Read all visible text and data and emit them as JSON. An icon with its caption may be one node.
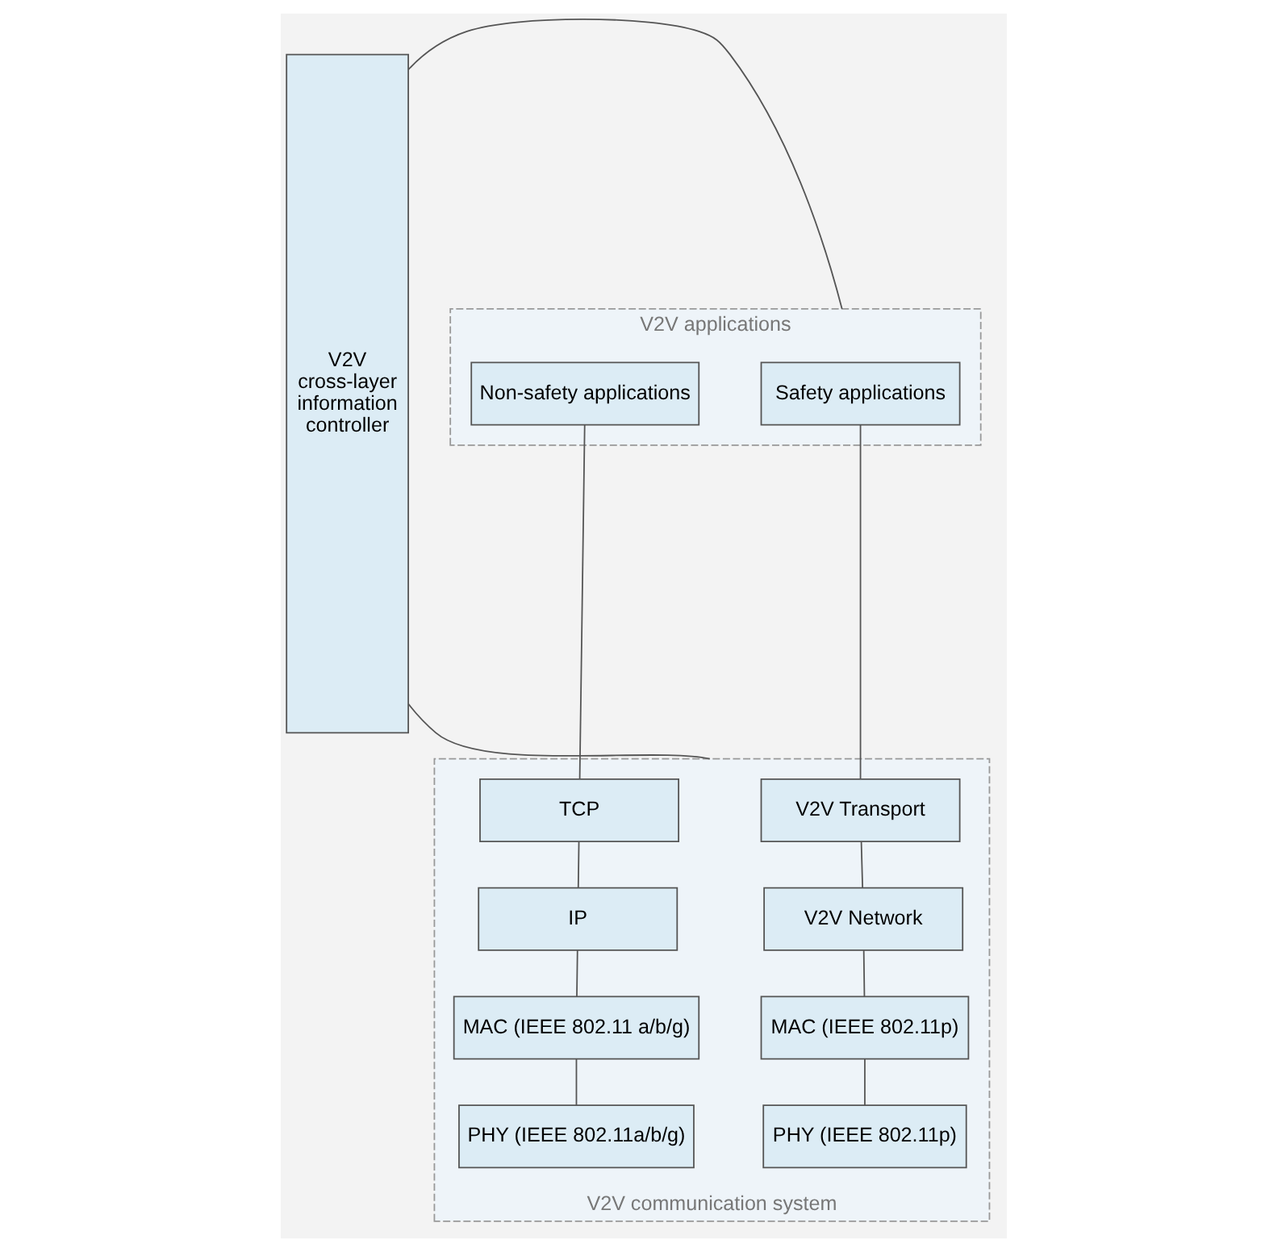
{
  "diagram": {
    "nodes": [
      {
        "text": [
          "V2V cross-layer information controller"
        ]
      },
      {
        "text": [
          "V2V applications"
        ]
      },
      {
        "text": [
          "Safety applications"
        ],
        "in": 1
      },
      {
        "text": [
          "Non-safety applications"
        ],
        "in": 1
      },
      {
        "text": [
          "V2V communication system"
        ]
      },
      {
        "text": [
          "V2V Transport"
        ],
        "in": 4
      },
      {
        "text": [
          "TCP"
        ],
        "in": 4
      },
      {
        "text": [
          "V2V Network"
        ],
        "in": 4
      },
      {
        "text": [
          "IP"
        ],
        "in": 4
      },
      {
        "text": [
          "MAC (IEEE 802.11p)"
        ],
        "in": 4
      },
      {
        "text": [
          "MAC (IEEE 802.11 a/b/g)"
        ],
        "in": 4
      },
      {
        "text": [
          "PHY (IEEE 802.11p)"
        ],
        "in": 4
      },
      {
        "text": [
          "PHY (IEEE 802.11a/b/g)"
        ],
        "in": 4
      }
    ],
    "edges": [
      {
        "from": 0,
        "to": 1,
        "arrow": "none"
      },
      {
        "from": 0,
        "to": 4,
        "arrow": "none"
      },
      {
        "from": 2,
        "to": 5,
        "arrow": "none"
      },
      {
        "from": 3,
        "to": 6,
        "arrow": "none"
      },
      {
        "from": 5,
        "to": 7,
        "arrow": "none"
      },
      {
        "from": 7,
        "to": 9,
        "arrow": "none"
      },
      {
        "from": 9,
        "to": 11,
        "arrow": "none"
      },
      {
        "from": 6,
        "to": 8,
        "arrow": "none"
      },
      {
        "from": 8,
        "to": 10,
        "arrow": "none"
      },
      {
        "from": 10,
        "to": 12,
        "arrow": "none"
      }
    ]
  }
}
